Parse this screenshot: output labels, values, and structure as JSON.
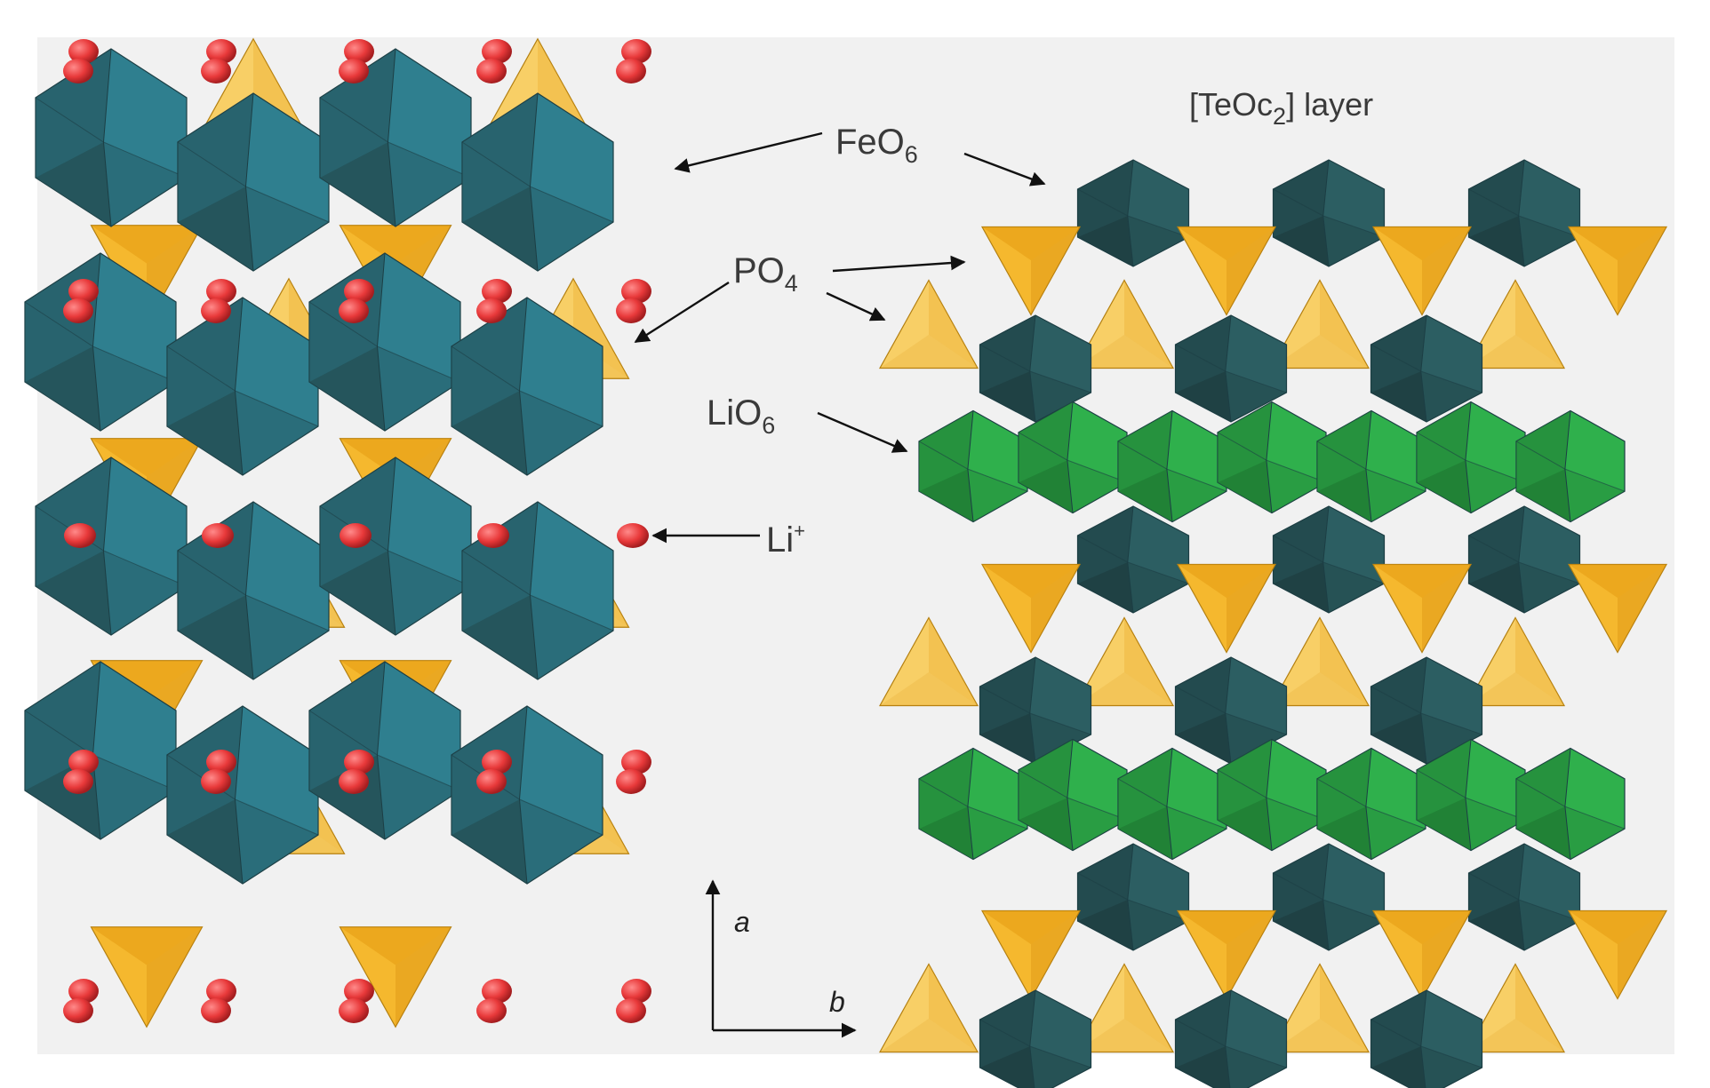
{
  "labels": {
    "feo6": {
      "base": "FeO",
      "sub": "6"
    },
    "po4": {
      "base": "PO",
      "sub": "4"
    },
    "lio6": {
      "base": "LiO",
      "sub": "6"
    },
    "li_ion": {
      "base": "Li",
      "sup": "+"
    },
    "teoc_layer": {
      "pre": "[TeOc",
      "sub": "2",
      "post": "] layer"
    }
  },
  "axes": {
    "vertical": "a",
    "horizontal": "b"
  },
  "colors": {
    "background": "#f1f1f1",
    "feo6_octahedron": "#2f7f8f",
    "feo6_octahedron_dark": "#234d53",
    "po4_tetrahedron": "#f5b82e",
    "po4_tetrahedron_light": "#f8cf66",
    "lio6_octahedron": "#2fb04c",
    "li_ion_sphere": "#e8393a",
    "arrow": "#111111"
  }
}
